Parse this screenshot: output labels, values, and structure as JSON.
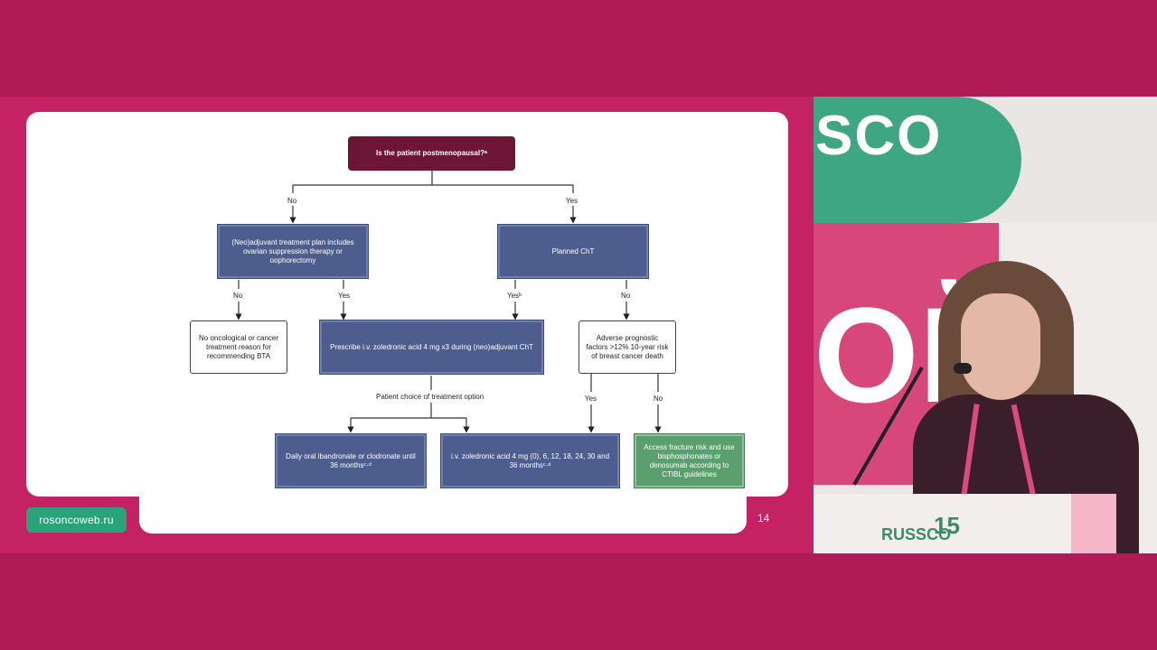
{
  "slide": {
    "website": "rosoncoweb.ru",
    "page_number": "14"
  },
  "flowchart": {
    "root": "Is the patient postmenopausal?ᵃ",
    "labels": {
      "root_no": "No",
      "root_yes": "Yes",
      "neo_no": "No",
      "neo_yes": "Yes",
      "cht_yes": "Yesᵇ",
      "cht_no": "No",
      "patient_choice": "Patient choice of treatment option",
      "adverse_yes": "Yes",
      "adverse_no": "No"
    },
    "boxes": {
      "neoadjuvant": "(Neo)adjuvant treatment plan includes ovarian suppression therapy or oophorectomy",
      "planned_cht": "Planned ChT",
      "no_reason": "No oncological or cancer treatment reason for recommending BTA",
      "prescribe": "Prescribe i.v. zoledronic acid 4 mg x3 during (neo)adjuvant ChT",
      "adverse": "Adverse prognostic factors >12% 10-year risk of breast cancer death",
      "oral": "Daily oral ibandronate or clodronate until 36 monthsᶜ·ᵈ",
      "iv": "i.v. zoledronic acid 4 mg (0), 6, 12, 18, 24, 30 and 36 monthsᶜ·ᵈ",
      "fracture": "Access fracture risk and use bisphosphonates or denosumab according to CTIBL guidelines"
    }
  },
  "video": {
    "backdrop_text": "SCO",
    "backdrop_cyrillic": "ОЙ",
    "podium_logo": "RUSSCO",
    "podium_number": "15"
  }
}
